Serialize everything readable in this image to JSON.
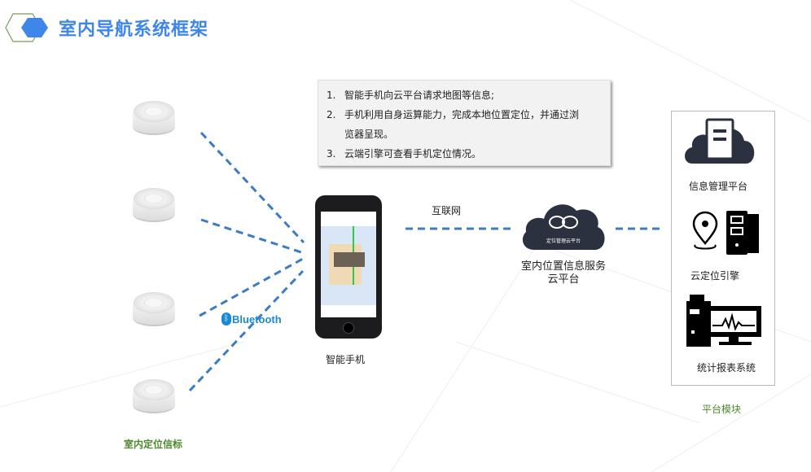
{
  "title": "室内导航系统框架",
  "notes": [
    {
      "num": "1.",
      "text": "智能手机向云平台请求地图等信息;"
    },
    {
      "num": "2.",
      "text": "手机利用自身运算能力，完成本地位置定位，并通过浏"
    },
    {
      "num": "",
      "text": "览器呈现。"
    },
    {
      "num": "3.",
      "text": "云端引擎可查看手机定位情况。"
    }
  ],
  "beacons_label": "室内定位信标",
  "bluetooth": "Bluetooth",
  "phone_label": "智能手机",
  "internet_label": "互联网",
  "cloud": {
    "inner": "定位管理云平台",
    "label_line1": "室内位置信息服务",
    "label_line2": "云平台"
  },
  "modules": {
    "items": [
      "信息管理平台",
      "云定位引擎",
      "统计报表系统"
    ],
    "caption": "平台模块"
  },
  "colors": {
    "title": "#3f86ea",
    "dash": "#3c7cc4",
    "green": "#4d8a2e",
    "cloud": "#2c3140"
  }
}
